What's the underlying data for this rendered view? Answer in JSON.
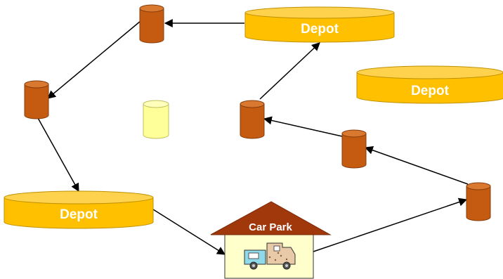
{
  "colors": {
    "depot_fill": "#FFC000",
    "depot_stroke": "#C09000",
    "bin_fill": "#C55A11",
    "bin_stroke": "#843C0C",
    "bin_empty_fill": "#FFFF99",
    "bin_empty_stroke": "#BFBF60",
    "roof": "#A0380C",
    "house": "#FFFFCC",
    "arrow": "#000000"
  },
  "depots": [
    {
      "id": "depot-top",
      "label": "Depot"
    },
    {
      "id": "depot-right",
      "label": "Depot"
    },
    {
      "id": "depot-left",
      "label": "Depot"
    }
  ],
  "car_park": {
    "label": "Car Park",
    "icon": "truck-icon"
  },
  "bins": [
    {
      "id": "bin-top",
      "state": "full"
    },
    {
      "id": "bin-left",
      "state": "full"
    },
    {
      "id": "bin-empty",
      "state": "empty"
    },
    {
      "id": "bin-mid",
      "state": "full"
    },
    {
      "id": "bin-midright",
      "state": "full"
    },
    {
      "id": "bin-farright",
      "state": "full"
    }
  ],
  "route": [
    {
      "from": "car-park",
      "to": "bin-farright"
    },
    {
      "from": "bin-farright",
      "to": "bin-midright"
    },
    {
      "from": "bin-midright",
      "to": "bin-mid"
    },
    {
      "from": "bin-mid",
      "to": "depot-top"
    },
    {
      "from": "depot-top",
      "to": "bin-top"
    },
    {
      "from": "bin-top",
      "to": "bin-left"
    },
    {
      "from": "bin-left",
      "to": "depot-left"
    },
    {
      "from": "depot-left",
      "to": "car-park"
    }
  ]
}
